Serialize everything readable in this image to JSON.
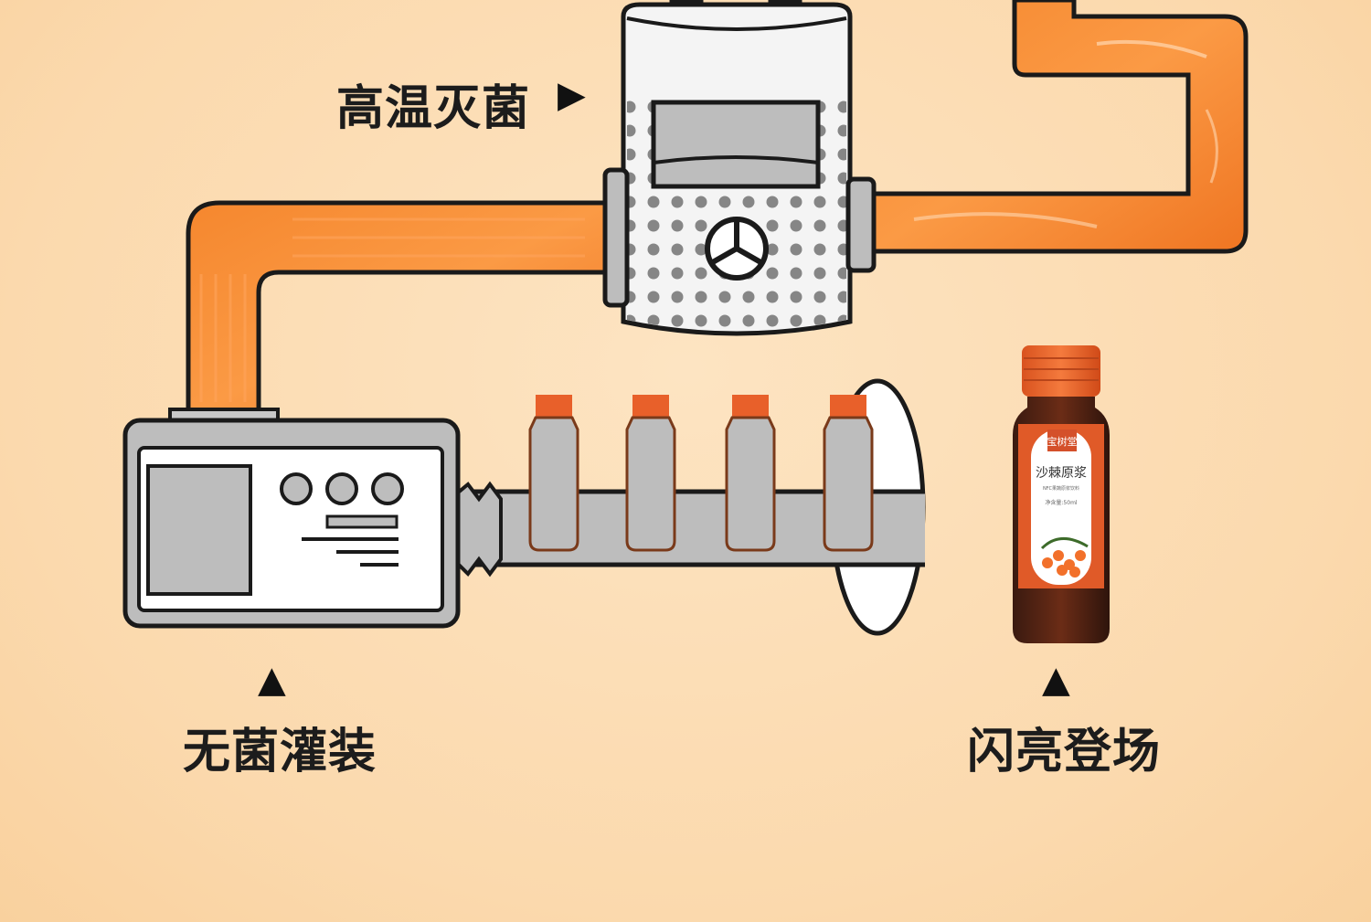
{
  "steps": {
    "sterilize": {
      "label": "高温灭菌",
      "arrow": "▶"
    },
    "fill": {
      "label": "无菌灌装",
      "arrow": "▲"
    },
    "debut": {
      "label": "闪亮登场",
      "arrow": "▲"
    }
  },
  "bottle_label": {
    "brand": "宝树堂",
    "product": "沙棘原浆",
    "subtitle": "NFC果蔬原浆饮料",
    "net": "净含量:50ml"
  },
  "colors": {
    "pipe": "#f07d2a",
    "outline": "#1a1a1a",
    "machine_gray": "#bdbdbd",
    "cap": "#e8602a",
    "label_orange": "#e05a28"
  }
}
